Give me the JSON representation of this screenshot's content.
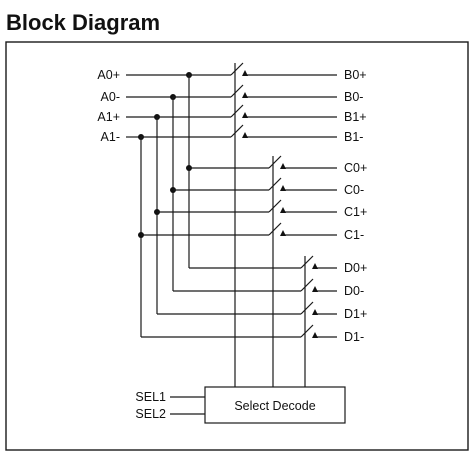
{
  "title": "Block Diagram",
  "inputs": [
    "A0+",
    "A0-",
    "A1+",
    "A1-"
  ],
  "outputs": {
    "B": [
      "B0+",
      "B0-",
      "B1+",
      "B1-"
    ],
    "C": [
      "C0+",
      "C0-",
      "C1+",
      "C1-"
    ],
    "D": [
      "D0+",
      "D0-",
      "D1+",
      "D1-"
    ]
  },
  "select_inputs": [
    "SEL1",
    "SEL2"
  ],
  "decoder_label": "Select Decode"
}
